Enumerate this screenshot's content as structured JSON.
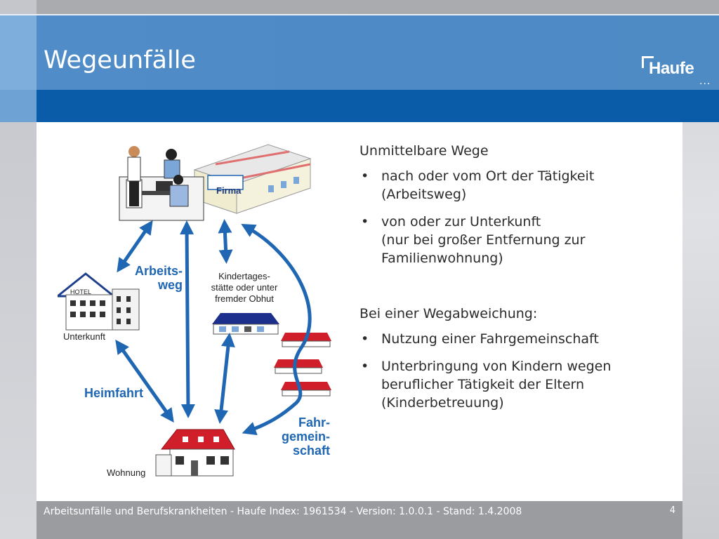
{
  "slide": {
    "title": "Wegeunfälle",
    "logo_text": "Haufe",
    "page_number": "4"
  },
  "footer": {
    "text": "Arbeitsunfälle und Berufskrankheiten -  Haufe Index: 1961534 - Version: 1.0.0.1 - Stand: 1.4.2008"
  },
  "content": {
    "section1_heading": "Unmittelbare Wege",
    "section1_bullets": [
      {
        "line1": "nach oder vom Ort der Tätigkeit",
        "line2": "(Arbeitsweg)",
        "line3": ""
      },
      {
        "line1": "von oder zur Unterkunft",
        "line2": "(nur bei großer Entfernung zur",
        "line3": "Familienwohnung)"
      }
    ],
    "section2_heading": "Bei einer Wegabweichung:",
    "section2_bullets": [
      {
        "line1": "Nutzung einer Fahrgemeinschaft",
        "line2": "",
        "line3": ""
      },
      {
        "line1": "Unterbringung von Kindern wegen",
        "line2": "beruflicher Tätigkeit der Eltern",
        "line3": "(Kinderbetreuung)"
      }
    ],
    "bullet_symbol": "•"
  },
  "diagram": {
    "firma_sign": "Firma",
    "hotel_sign": "HOTEL",
    "arbeitsweg_l1": "Arbeits-",
    "arbeitsweg_l2": "weg",
    "kita_l1": "Kindertages-",
    "kita_l2": "stätte oder unter",
    "kita_l3": "fremder Obhut",
    "unterkunft": "Unterkunft",
    "heimfahrt": "Heimfahrt",
    "fahr_l1": "Fahr-",
    "fahr_l2": "gemein-",
    "fahr_l3": "schaft",
    "wohnung": "Wohnung",
    "colors": {
      "arrow": "#1f66b3",
      "roof": "#d01f2a",
      "label": "#1f66b3"
    }
  }
}
